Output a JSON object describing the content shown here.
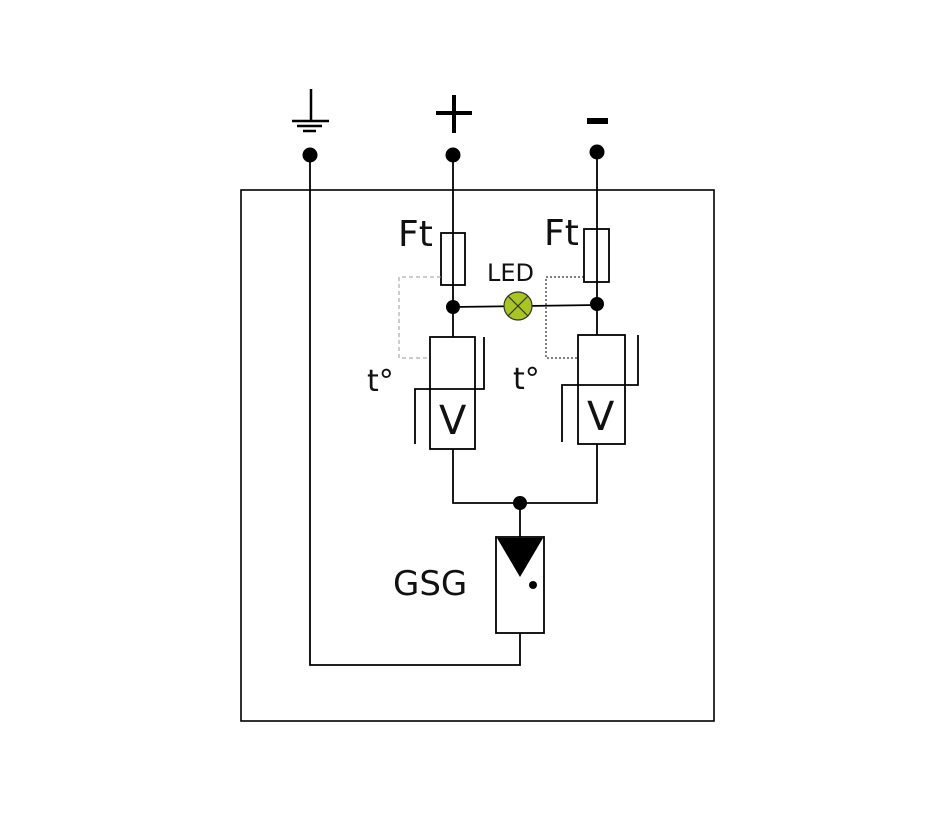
{
  "terminals": {
    "ground": {
      "label": "ground",
      "icon": "ground-icon"
    },
    "plus": {
      "label": "+",
      "icon": "plus-icon"
    },
    "minus": {
      "label": "minus",
      "icon": "minus-icon"
    }
  },
  "labels": {
    "fuse_left": "Ft",
    "fuse_right": "Ft",
    "led": "LED",
    "thermal_left": "t°",
    "thermal_right": "t°",
    "varistor_left": "V",
    "varistor_right": "V",
    "gsg": "GSG"
  },
  "colors": {
    "led": "#a8c520",
    "line": "#000000",
    "dashed_left": "#999999"
  }
}
